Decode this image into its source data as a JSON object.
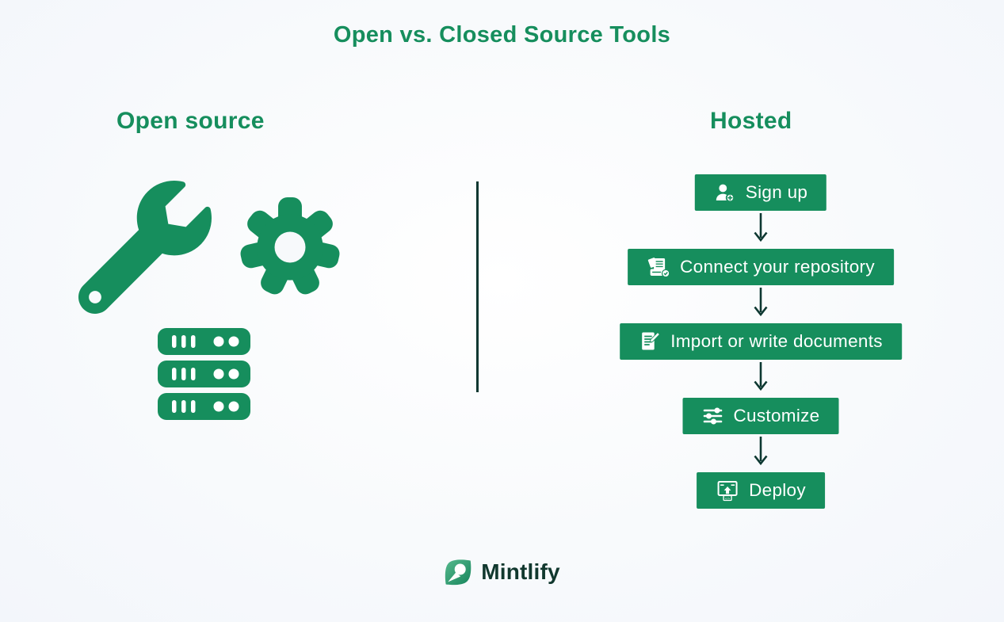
{
  "title": "Open vs. Closed Source Tools",
  "colors": {
    "green": "#168e5d",
    "dark_teal": "#0d3831",
    "background": "#f8f9fc",
    "white": "#ffffff",
    "brand_text": "#11382e"
  },
  "open_source": {
    "heading": "Open source",
    "icons": [
      "wrench-icon",
      "gear-icon",
      "server-stack-icon"
    ]
  },
  "hosted": {
    "heading": "Hosted",
    "steps": [
      {
        "label": "Sign up",
        "icon": "user-add-icon"
      },
      {
        "label": "Connect your repository",
        "icon": "repository-documents-icon"
      },
      {
        "label": "Import or write documents",
        "icon": "document-edit-icon"
      },
      {
        "label": "Customize",
        "icon": "sliders-icon"
      },
      {
        "label": "Deploy",
        "icon": "deploy-window-icon"
      }
    ]
  },
  "deploy_badge": "</>",
  "footer": {
    "brand": "Mintlify"
  }
}
